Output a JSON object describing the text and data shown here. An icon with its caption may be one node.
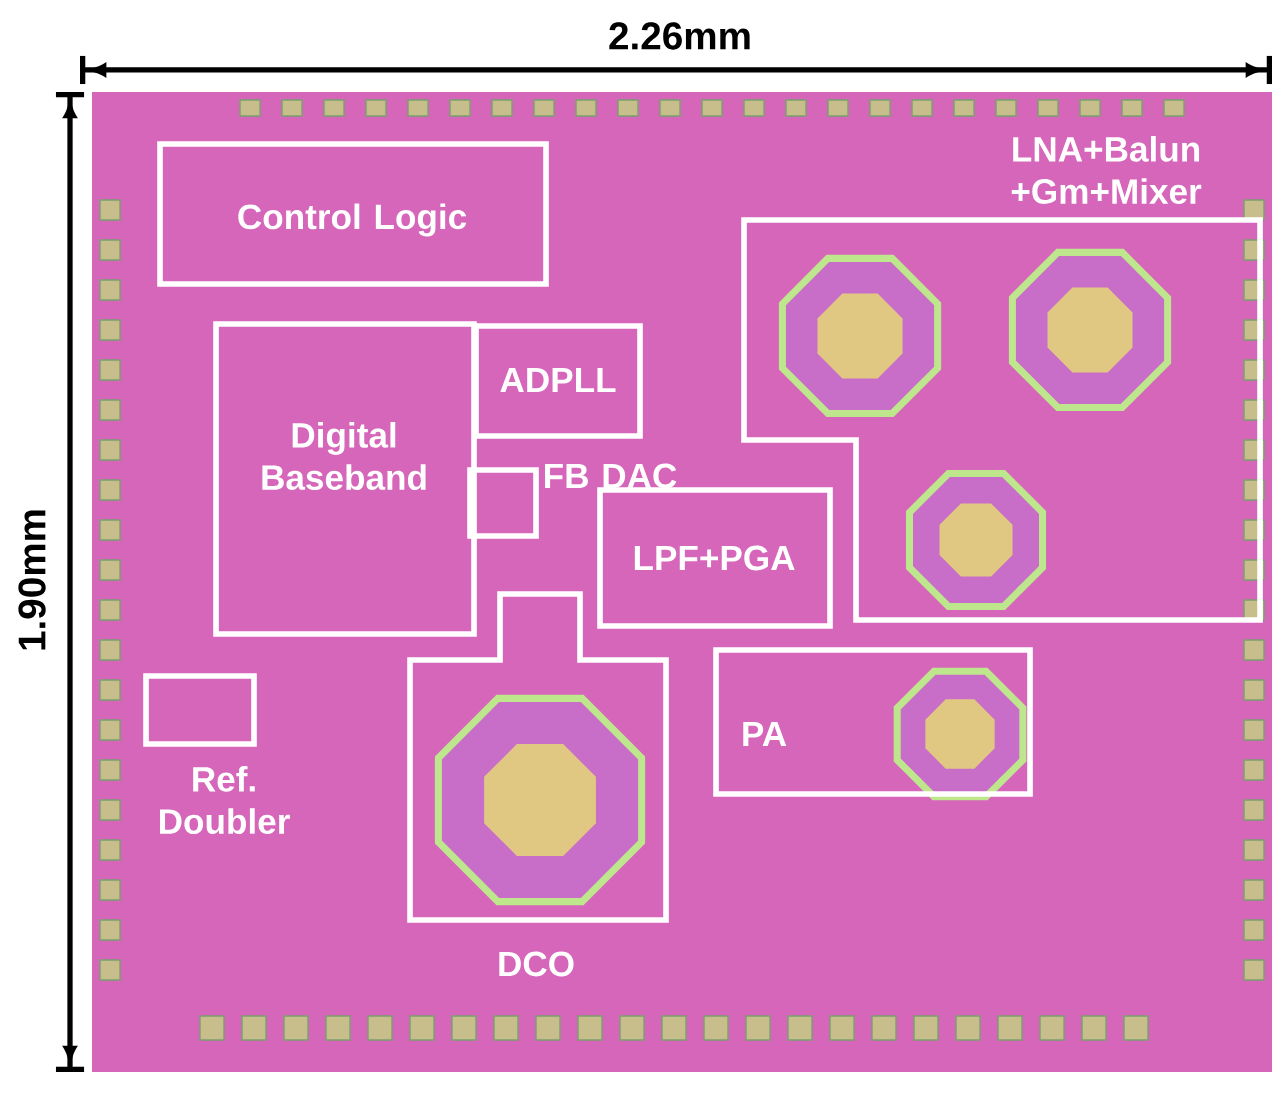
{
  "diagram": {
    "nodes": [
      {
        "text": [
          "Control Logic"
        ]
      },
      {
        "text": [
          "Digital Baseband"
        ]
      },
      {
        "text": [
          "ADPLL"
        ]
      },
      {
        "text": [
          "FB DAC"
        ]
      },
      {
        "text": [
          "LPF+PGA"
        ]
      },
      {
        "text": [
          "LNA+Balun +Gm+Mixer"
        ]
      },
      {
        "text": [
          "Ref. Doubler"
        ]
      },
      {
        "text": [
          "DCO"
        ]
      },
      {
        "text": [
          "PA"
        ]
      }
    ],
    "labels": [
      "2.26mm",
      "1.90mm"
    ]
  }
}
